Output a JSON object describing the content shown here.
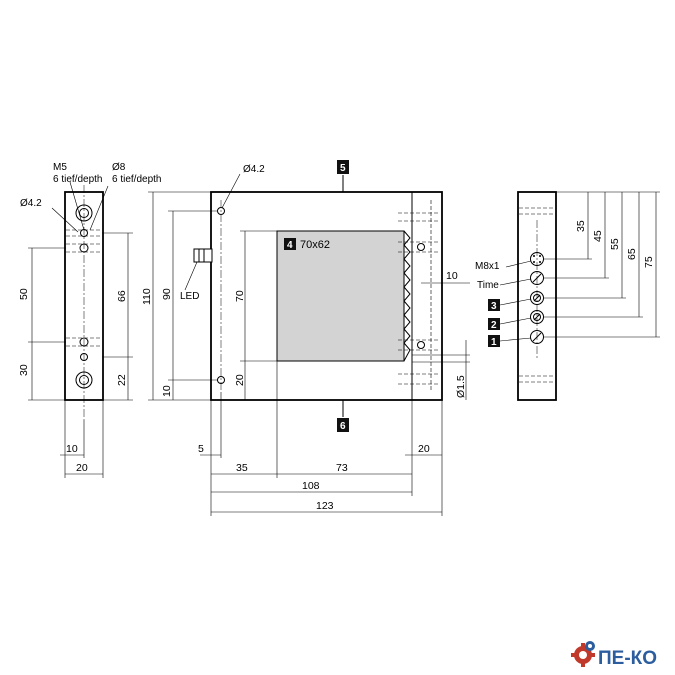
{
  "labels": {
    "thread_m5": "M5",
    "depth_m5": "6 tief/depth",
    "dia_8": "Ø8",
    "depth_8": "6 tief/depth",
    "dia_4_2_left": "Ø4.2",
    "dia_4_2_front": "Ø4.2",
    "window": "70x62",
    "led": "LED",
    "connector": "M8x1",
    "time": "Time",
    "dia_1_5": "Ø1.5"
  },
  "badges": {
    "b1": "1",
    "b2": "2",
    "b3": "3",
    "b4": "4",
    "b5": "5",
    "b6": "6"
  },
  "dims": {
    "left_50": "50",
    "left_30": "30",
    "left_66": "66",
    "left_22": "22",
    "left_10": "10",
    "left_20": "20",
    "front_110": "110",
    "front_90": "90",
    "front_70": "70",
    "front_20": "20",
    "front_10": "10",
    "front_5": "5",
    "front_35": "35",
    "front_73": "73",
    "front_108": "108",
    "front_123": "123",
    "front_20r": "20",
    "front_10r": "10",
    "right_35": "35",
    "right_45": "45",
    "right_55": "55",
    "right_65": "65",
    "right_75": "75"
  },
  "logo": {
    "text": "ПЕ-КО",
    "icon": "gear-icon"
  }
}
